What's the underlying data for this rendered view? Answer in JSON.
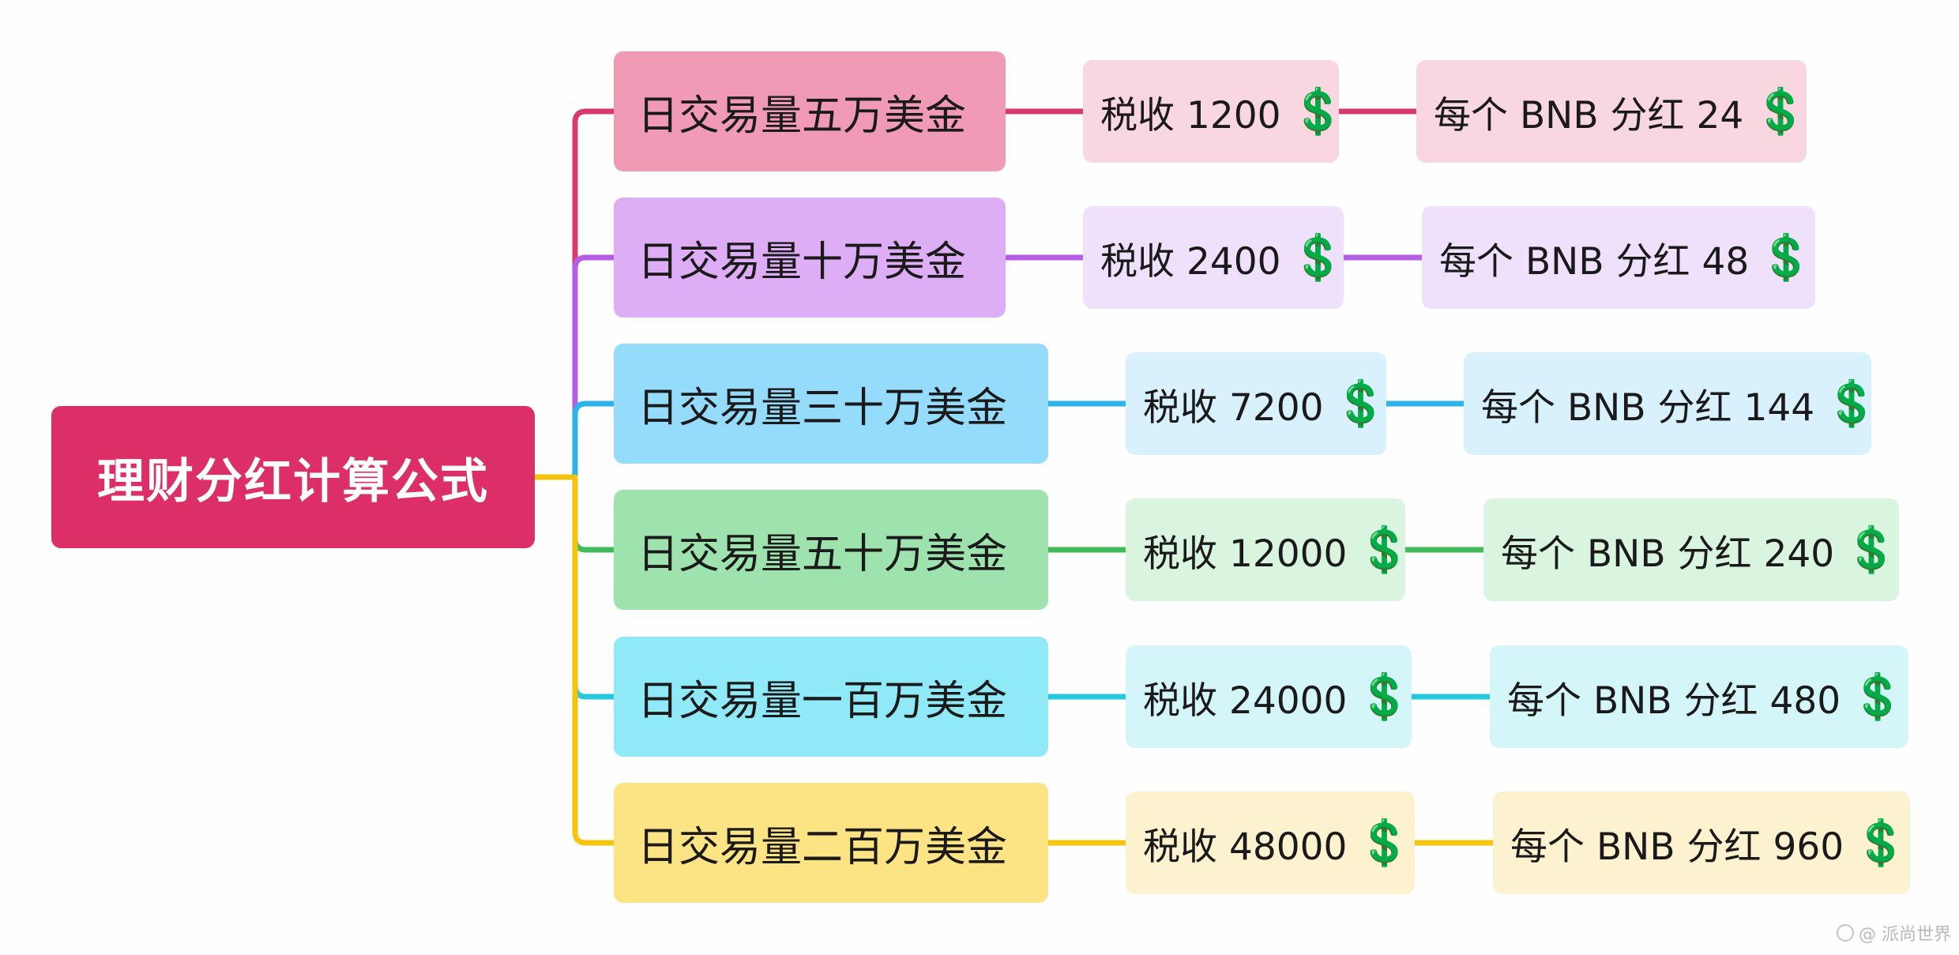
{
  "root": {
    "label": "理财分红计算公式"
  },
  "currency_icon": "dollar-sign-icon",
  "dollar_glyph": "💲",
  "dollar_color": "#0ea35a",
  "rows": [
    {
      "volume": "日交易量五万美金",
      "tax": "税收 1200",
      "bnb": "每个 BNB 分红 24",
      "line_color": "#d93a6e",
      "volume_bg": "#f09ab6",
      "leaf_bg": "#f9d7e0"
    },
    {
      "volume": "日交易量十万美金",
      "tax": "税收 2400",
      "bnb": "每个 BNB 分红 48",
      "line_color": "#b45ee6",
      "volume_bg": "#ddaef5",
      "leaf_bg": "#efe0fb"
    },
    {
      "volume": "日交易量三十万美金",
      "tax": "税收 7200",
      "bnb": "每个 BNB 分红 144",
      "line_color": "#2cb3ea",
      "volume_bg": "#95dbfb",
      "leaf_bg": "#d9f1fd"
    },
    {
      "volume": "日交易量五十万美金",
      "tax": "税收 12000",
      "bnb": "每个 BNB 分红 240",
      "line_color": "#42bb58",
      "volume_bg": "#9ee3ae",
      "leaf_bg": "#d9f4df"
    },
    {
      "volume": "日交易量一百万美金",
      "tax": "税收 24000",
      "bnb": "每个 BNB 分红 480",
      "line_color": "#27c9df",
      "volume_bg": "#8fe9f7",
      "leaf_bg": "#d4f6f9"
    },
    {
      "volume": "日交易量二百万美金",
      "tax": "税收 48000",
      "bnb": "每个 BNB 分红 960",
      "line_color": "#f5c40f",
      "volume_bg": "#fce484",
      "leaf_bg": "#fdf2cf"
    }
  ],
  "root_line_color": "#f5c40f",
  "watermark": "@ 派尚世界"
}
